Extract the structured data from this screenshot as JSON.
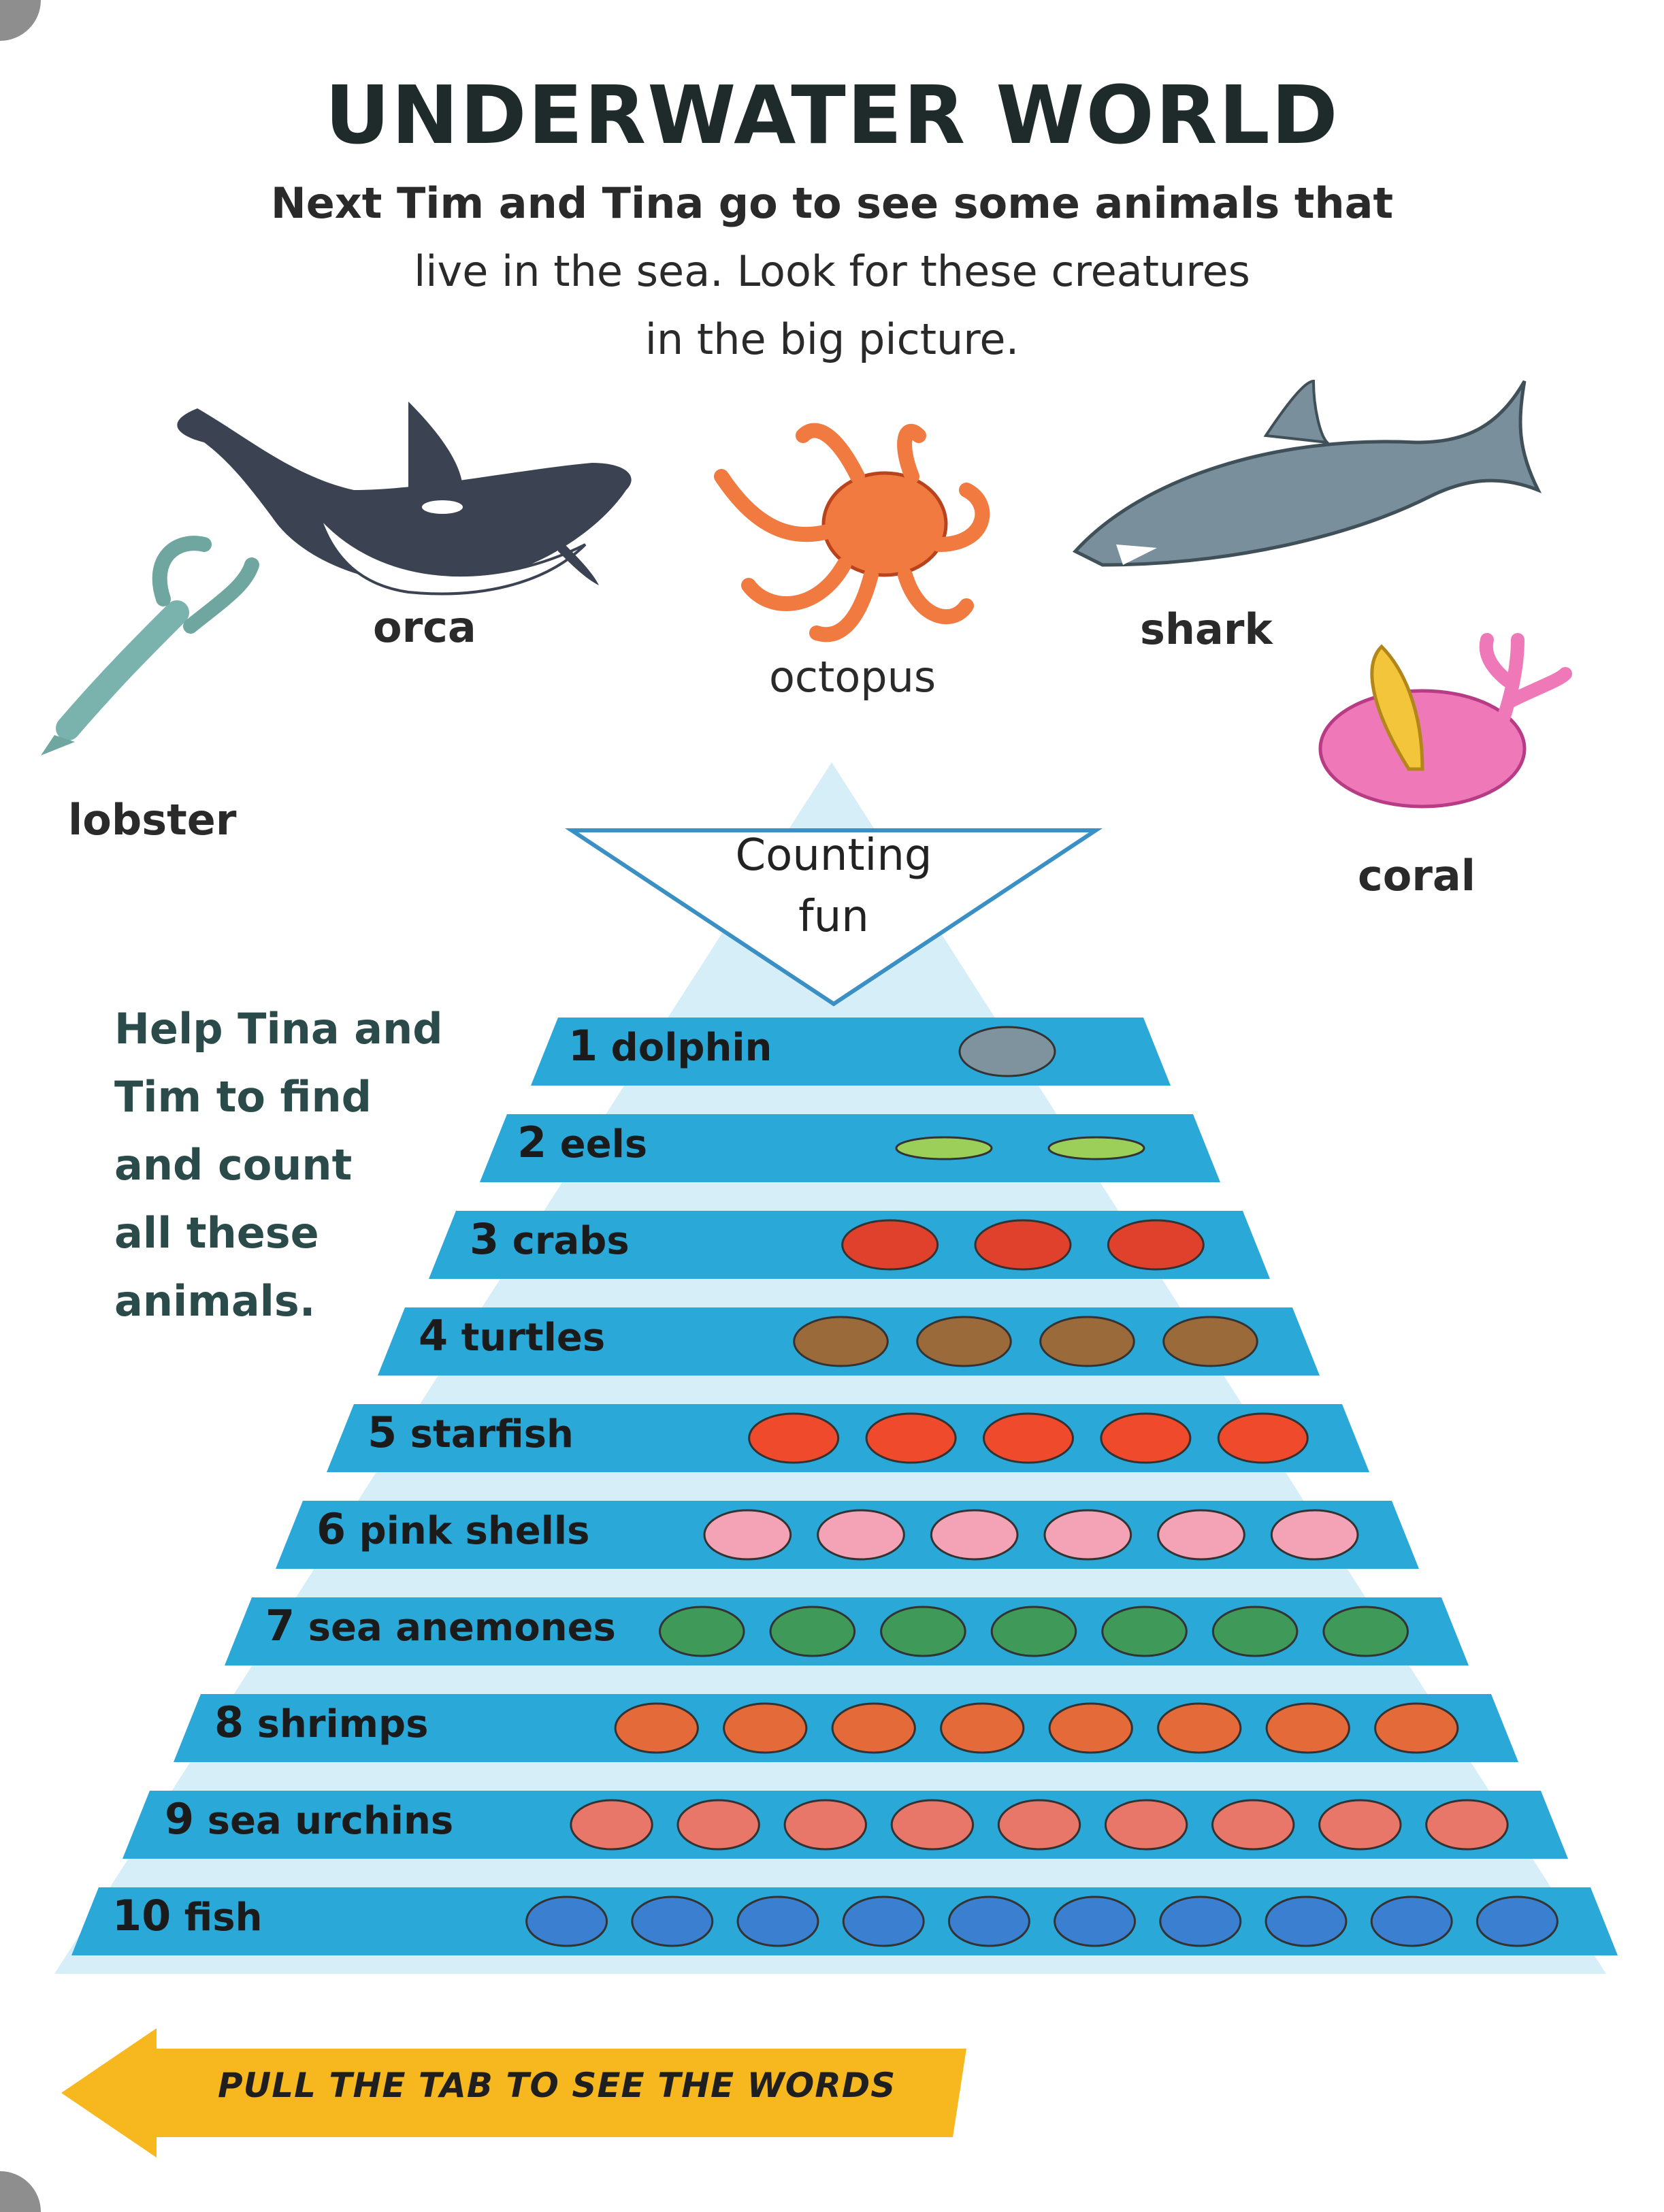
{
  "page": {
    "title": "UNDERWATER WORLD",
    "intro_lines": [
      "Next Tim and Tina go to see some animals that",
      "live in the sea. Look for these creatures",
      "in the big picture."
    ]
  },
  "creatures": {
    "orca": "orca",
    "octopus": "octopus",
    "shark": "shark",
    "lobster": "lobster",
    "coral": "coral"
  },
  "counting": {
    "heading_line1": "Counting",
    "heading_line2": "fun",
    "help_lines": [
      "Help Tina and",
      "Tim to find",
      "and count",
      "all these",
      "animals."
    ],
    "rows": [
      {
        "count": "1",
        "name": "dolphin"
      },
      {
        "count": "2",
        "name": "eels"
      },
      {
        "count": "3",
        "name": "crabs"
      },
      {
        "count": "4",
        "name": "turtles"
      },
      {
        "count": "5",
        "name": "starfish"
      },
      {
        "count": "6",
        "name": "pink shells"
      },
      {
        "count": "7",
        "name": "sea anemones"
      },
      {
        "count": "8",
        "name": "shrimps"
      },
      {
        "count": "9",
        "name": "sea urchins"
      },
      {
        "count": "10",
        "name": "fish"
      }
    ]
  },
  "tab": {
    "label": "PULL THE TAB TO SEE THE WORDS"
  },
  "colors": {
    "band": "#2aa8d8",
    "pyramid_light": "#cfeaf6",
    "tab_arrow": "#f6b81e",
    "heading_border": "#3a8fc4"
  }
}
